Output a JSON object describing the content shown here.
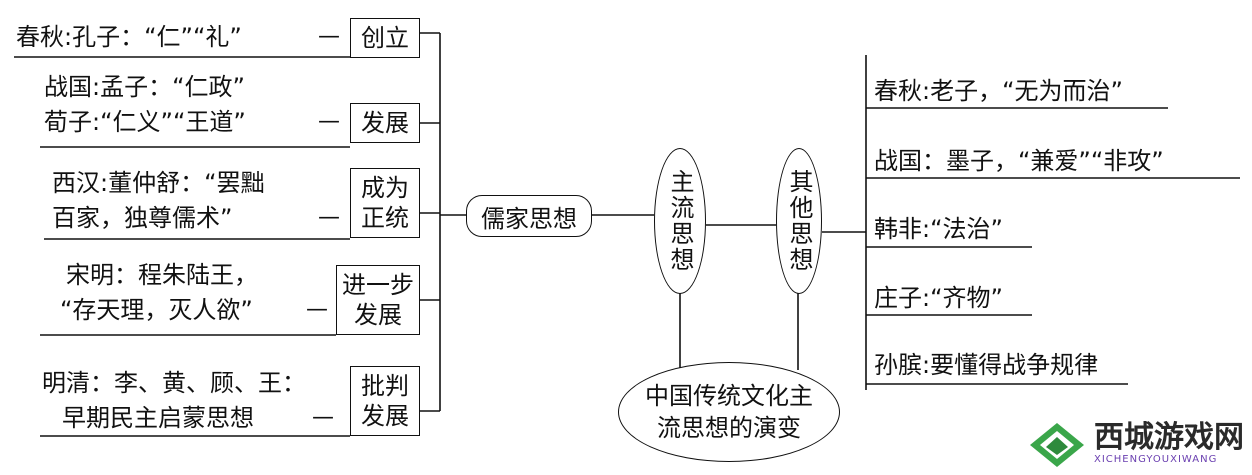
{
  "center": {
    "line1": "中国传统文化主",
    "line2": "流思想的演变"
  },
  "mainstream": {
    "label": "主流思想"
  },
  "other": {
    "label": "其他思想"
  },
  "confucian": {
    "label": "儒家思想"
  },
  "left_items": [
    {
      "lines": [
        "春秋:孔子：“仁”“礼”"
      ],
      "stage": "创立"
    },
    {
      "lines": [
        "战国:孟子：“仁政”",
        "荀子:“仁义”“王道”"
      ],
      "stage": "发展"
    },
    {
      "lines": [
        "西汉:董仲舒：“罢黜",
        "百家，独尊儒术”"
      ],
      "stage": "成为正统",
      "stage_lines": [
        "成为",
        "正统"
      ]
    },
    {
      "lines": [
        "宋明：程朱陆王，",
        "“存天理，灭人欲”"
      ],
      "stage": "进一步发展",
      "stage_lines": [
        "进一步",
        "发展"
      ]
    },
    {
      "lines": [
        "明清：李、黄、顾、王：",
        "早期民主启蒙思想"
      ],
      "stage": "批判发展",
      "stage_lines": [
        "批判",
        "发展"
      ]
    }
  ],
  "dash": "—",
  "right_items": [
    "春秋:老子，“无为而治”",
    "战国：墨子，“兼爱”“非攻”",
    "韩非:“法治”",
    "庄子:“齐物”",
    "孙膑:要懂得战争规律"
  ],
  "watermark": {
    "title": "西城游戏网",
    "sub": "XICHENGYOUXIWANG",
    "icon": "leaf-logo-icon"
  }
}
